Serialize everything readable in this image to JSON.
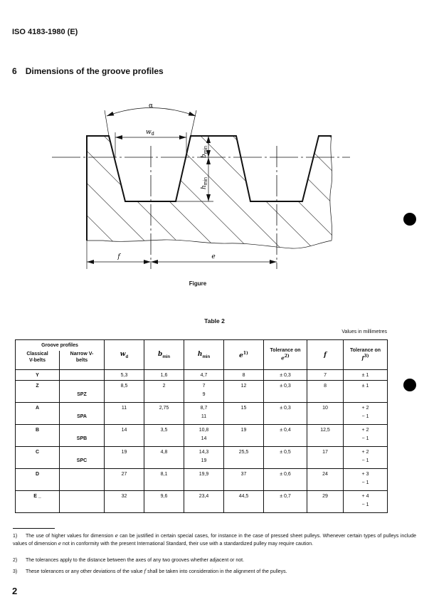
{
  "header": {
    "doc_id": "ISO 4183-1980 (E)"
  },
  "section": {
    "number": "6",
    "title": "Dimensions of the groove profiles"
  },
  "figure": {
    "caption": "Figure",
    "labels": {
      "alpha": "α",
      "wd": "w",
      "wd_sub": "d",
      "bmin": "b",
      "bmin_sub": "min",
      "hmin": "h",
      "hmin_sub": "min",
      "f": "f",
      "e": "e"
    }
  },
  "table": {
    "title": "Table 2",
    "units": "Values in millimetres",
    "headers": {
      "groove_profiles": "Groove profiles",
      "classical": "Classical V-belts",
      "narrow": "Narrow V-belts",
      "wd": "w",
      "wd_sub": "d",
      "bmin": "b",
      "bmin_sub": "min",
      "hmin": "h",
      "hmin_sub": "min",
      "e": "e",
      "e_sup": "1)",
      "tol_e": "Tolerance on",
      "tol_e_sym": "e",
      "tol_e_sup": "2)",
      "f": "f",
      "tol_f": "Tolerance on",
      "tol_f_sym": "f",
      "tol_f_sup": "3)"
    },
    "rows": [
      {
        "classical": "Y",
        "narrow": "",
        "wd": "5,3",
        "bmin": "1,6",
        "hmin": [
          "4,7",
          ""
        ],
        "e": "8",
        "tol_e": "± 0,3",
        "f": "7",
        "tol_f": [
          "± 1",
          ""
        ]
      },
      {
        "classical": "Z",
        "narrow": "SPZ",
        "wd": "8,5",
        "bmin": "2",
        "hmin": [
          "7",
          "9"
        ],
        "e": "12",
        "tol_e": "± 0,3",
        "f": "8",
        "tol_f": [
          "± 1",
          ""
        ]
      },
      {
        "classical": "A",
        "narrow": "SPA",
        "wd": "11",
        "bmin": "2,75",
        "hmin": [
          "8,7",
          "11"
        ],
        "e": "15",
        "tol_e": "± 0,3",
        "f": "10",
        "tol_f": [
          "+ 2",
          "− 1"
        ]
      },
      {
        "classical": "B",
        "narrow": "SPB",
        "wd": "14",
        "bmin": "3,5",
        "hmin": [
          "10,8",
          "14"
        ],
        "e": "19",
        "tol_e": "± 0,4",
        "f": "12,5",
        "tol_f": [
          "+ 2",
          "− 1"
        ]
      },
      {
        "classical": "C",
        "narrow": "SPC",
        "wd": "19",
        "bmin": "4,8",
        "hmin": [
          "14,3",
          "19"
        ],
        "e": "25,5",
        "tol_e": "± 0,5",
        "f": "17",
        "tol_f": [
          "+ 2",
          "− 1"
        ]
      },
      {
        "classical": "D",
        "narrow": "",
        "wd": "27",
        "bmin": "8,1",
        "hmin": [
          "19,9",
          ""
        ],
        "e": "37",
        "tol_e": "± 0,6",
        "f": "24",
        "tol_f": [
          "+ 3",
          "− 1"
        ]
      },
      {
        "classical": "E _",
        "narrow": "",
        "wd": "32",
        "bmin": "9,6",
        "hmin": [
          "23,4",
          ""
        ],
        "e": "44,5",
        "tol_e": "± 0,7",
        "f": "29",
        "tol_f": [
          "+ 4",
          "− 1"
        ]
      }
    ]
  },
  "footnotes": [
    {
      "num": "1)",
      "parts": [
        "The use of higher values for dimension ",
        "e",
        " can be justified in certain special cases, for instance in the case of pressed sheet pulleys. Whenever certain types of pulleys include values of dimension ",
        "e",
        " not in conformity with the present International Standard, their use with a standardized pulley may require caution."
      ]
    },
    {
      "num": "2)",
      "parts": [
        "The tolerances apply to the distance between the axes of any two grooves whether adjacent or not."
      ]
    },
    {
      "num": "3)",
      "parts": [
        "These tolerances or any other deviations of the value ",
        "f",
        " shall be taken into consideration in the alignment of the pulleys."
      ]
    }
  ],
  "page_number": "2"
}
